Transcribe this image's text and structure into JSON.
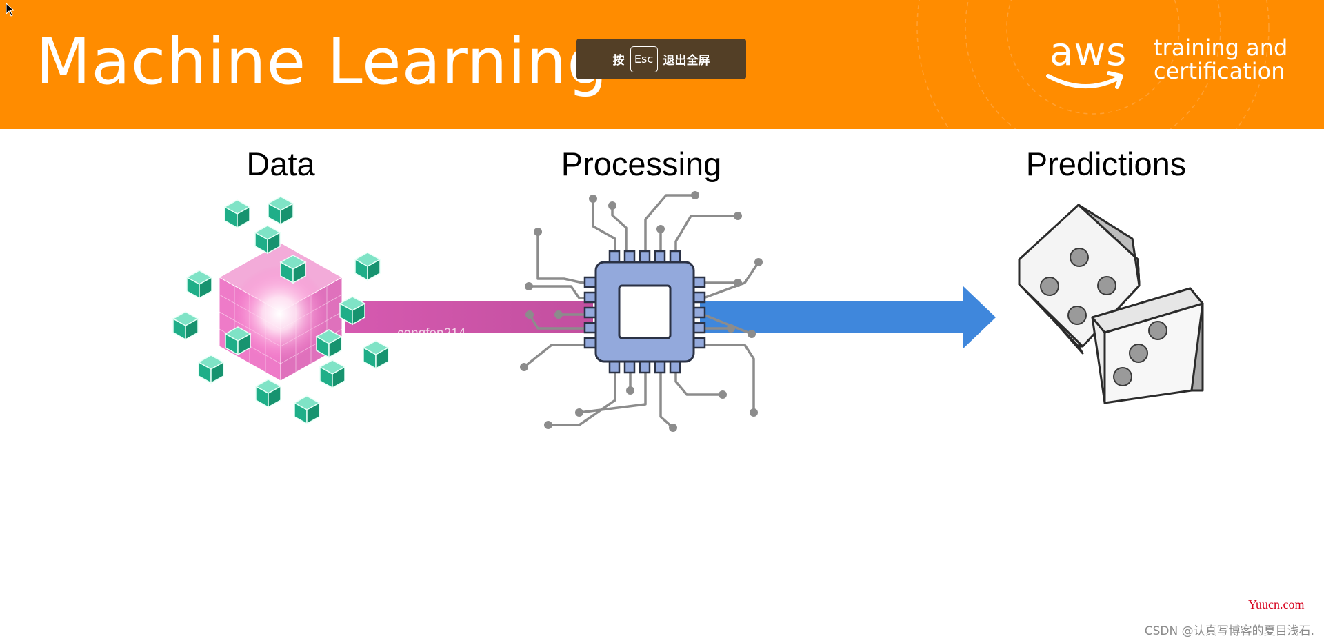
{
  "slide": {
    "title": "Machine Learning",
    "columns": {
      "data": "Data",
      "processing": "Processing",
      "predictions": "Predictions"
    }
  },
  "fullscreen_tip": {
    "prefix": "按",
    "key": "Esc",
    "suffix": "退出全屏"
  },
  "brand": {
    "logo_word": "aws",
    "tagline_line1": "training and",
    "tagline_line2": "certification"
  },
  "watermarks": {
    "image_mark": "congfen214",
    "site_mark": "Yuucn.com",
    "blog_mark": "CSDN @认真写博客的夏目浅石."
  },
  "colors": {
    "banner_orange": "#ff8c00",
    "tip_brown": "#533f26",
    "pink_arrow": "#cc55aa",
    "blue_arrow": "#3f87dc",
    "chip_blue": "#93a9dc",
    "cube_green": "#2fbf9a"
  },
  "icons": {
    "cursor": "mouse-pointer-icon",
    "data": "data-cube-icon",
    "processing": "processor-chip-icon",
    "predictions": "dice-icon"
  }
}
